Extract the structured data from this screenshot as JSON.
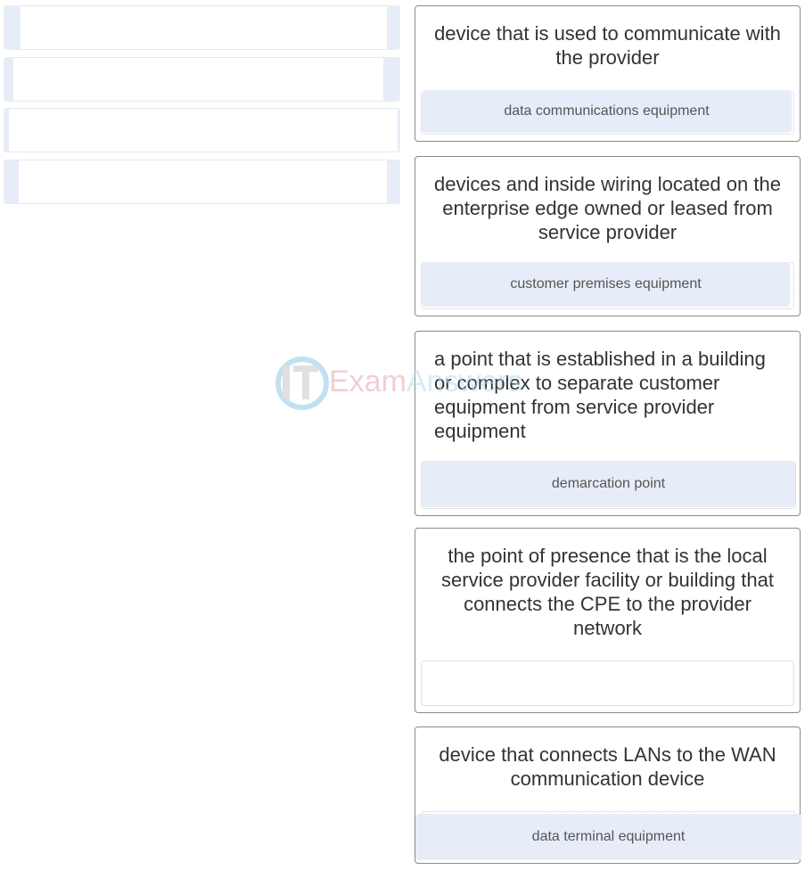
{
  "source_slots": [
    {
      "state": "empty"
    },
    {
      "state": "empty"
    },
    {
      "state": "empty"
    },
    {
      "state": "empty"
    }
  ],
  "cards": [
    {
      "prompt": "device that is used to communicate with the provider",
      "answer": "data communications equipment"
    },
    {
      "prompt": "devices and inside wiring located on the enterprise edge owned or leased from service provider",
      "answer": "customer premises equipment"
    },
    {
      "prompt": "a point that is established in a building or complex to separate customer equipment from service provider equipment",
      "answer": "demarcation point"
    },
    {
      "prompt": "the point of presence that is the local service provider facility or building that connects the CPE to the provider network",
      "answer": ""
    },
    {
      "prompt": "device that connects LANs to the WAN communication device",
      "answer": "data terminal equipment"
    }
  ],
  "watermark": {
    "logo": "IT",
    "text_main": "Exam",
    "text_tail": "Answers"
  },
  "colors": {
    "answer_bg": "#e7edf8",
    "card_border": "#8a8a8a",
    "text": "#333333"
  }
}
